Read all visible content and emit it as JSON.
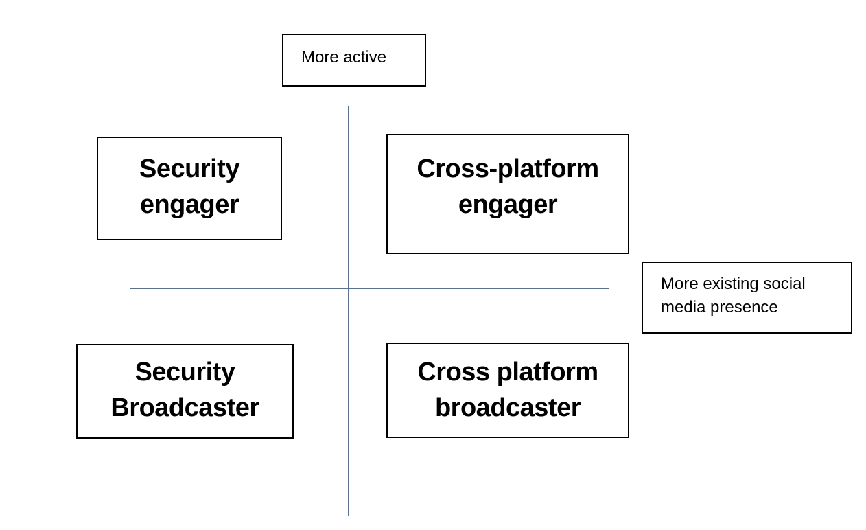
{
  "diagram": {
    "y_axis_label": "More active",
    "x_axis_label": "More existing social\nmedia presence",
    "quadrants": {
      "top_left": "Security\nengager",
      "top_right": "Cross-platform\nengager",
      "bottom_left": "Security\nBroadcaster",
      "bottom_right": "Cross platform\nbroadcaster"
    },
    "axis_color": "#4a74ae",
    "border_color": "#000000"
  }
}
